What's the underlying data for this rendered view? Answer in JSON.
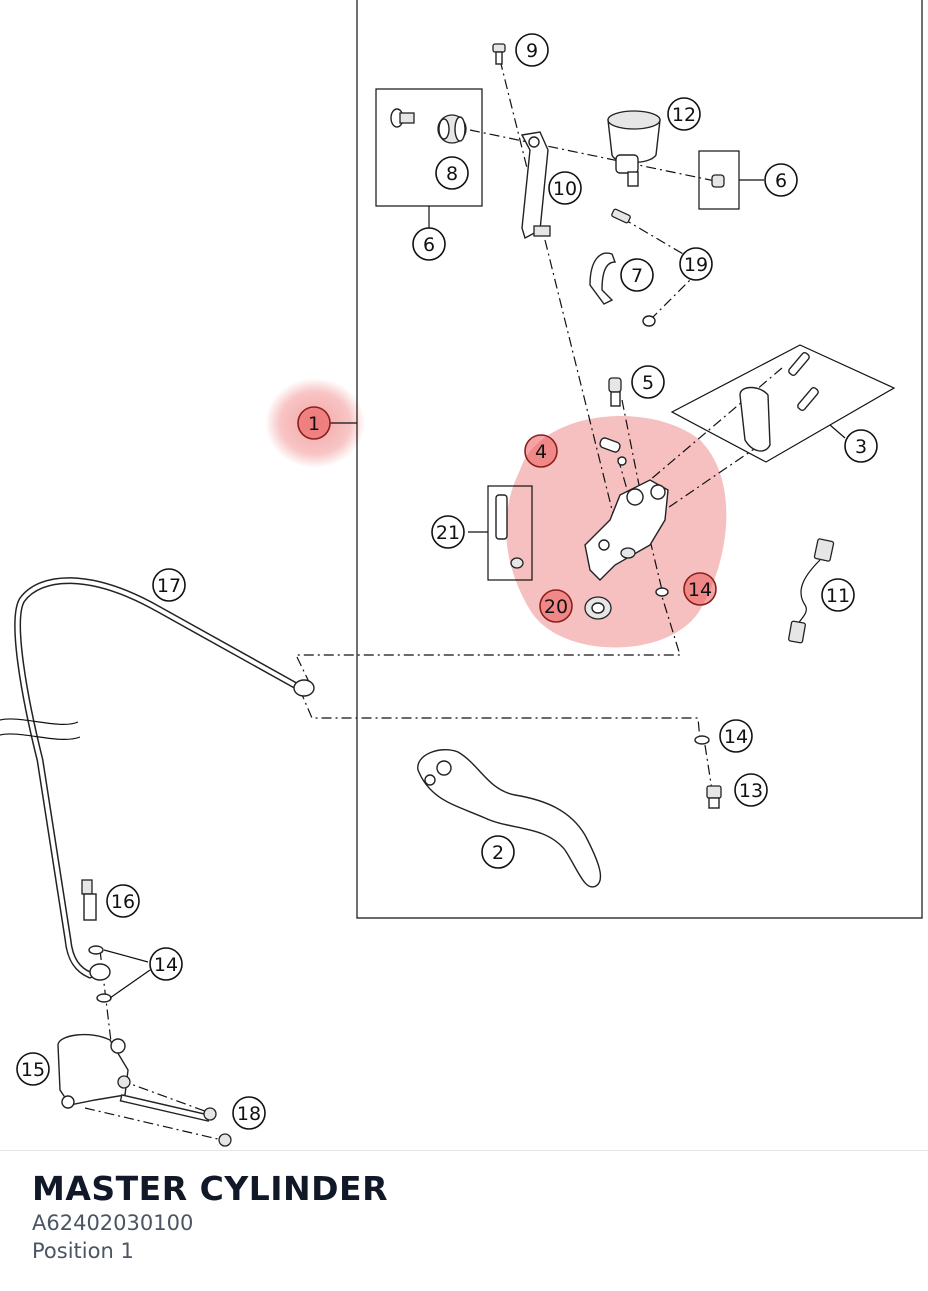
{
  "diagram": {
    "labels": {
      "n1": "1",
      "n2": "2",
      "n3": "3",
      "n4": "4",
      "n5": "5",
      "n6a": "6",
      "n6b": "6",
      "n7": "7",
      "n8": "8",
      "n9": "9",
      "n10": "10",
      "n11": "11",
      "n12": "12",
      "n13": "13",
      "n14a": "14",
      "n14b": "14",
      "n14c": "14",
      "n15": "15",
      "n16": "16",
      "n17": "17",
      "n18": "18",
      "n19": "19",
      "n20": "20",
      "n21": "21"
    },
    "highlight_color": "#eb5a5a",
    "highlighted_position": "1"
  },
  "footer": {
    "title": "MASTER CYLINDER",
    "part_number": "A62402030100",
    "position": "Position 1"
  }
}
